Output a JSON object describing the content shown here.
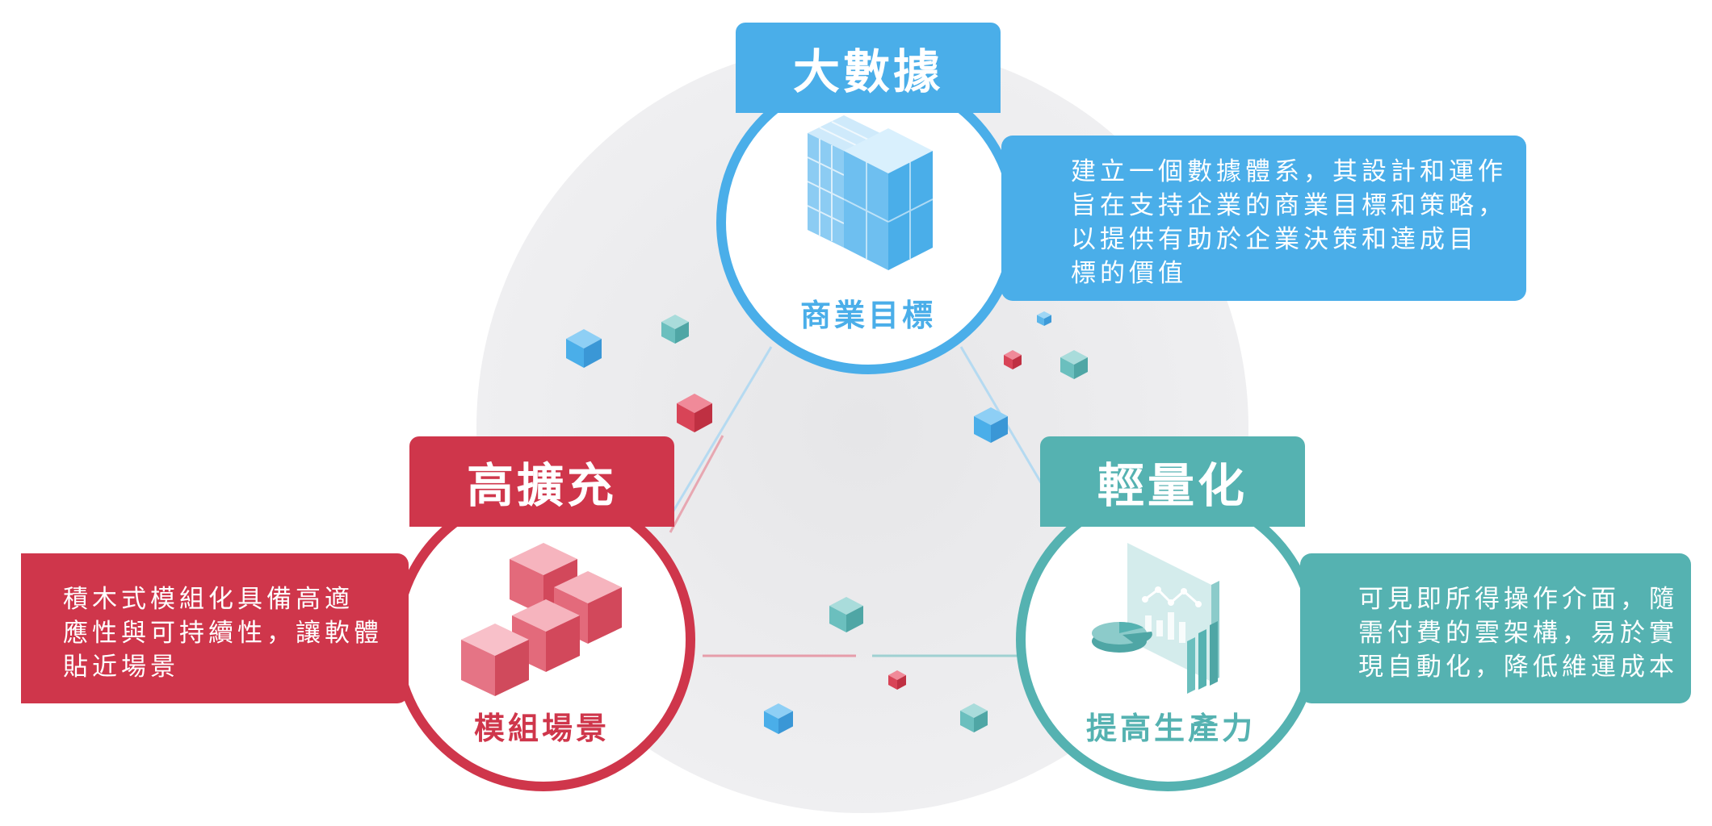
{
  "colors": {
    "blue": "#4aaee9",
    "red": "#cf364b",
    "teal": "#55b2b1",
    "backdrop": "#ececee"
  },
  "nodes": {
    "big_data": {
      "title": "大數據",
      "subtitle": "商業目標",
      "icon": "data-cube-stack-icon",
      "description": [
        "建立一個數據體系，其設計和運作",
        "旨在支持企業的商業目標和策略，",
        "以提供有助於企業決策和達成目",
        "標的價值"
      ]
    },
    "scalability": {
      "title": "高擴充",
      "subtitle": "模組場景",
      "icon": "stacked-blocks-icon",
      "description": [
        "積木式模組化具備高適",
        "應性與可持續性，讓軟體",
        "貼近場景"
      ]
    },
    "lightweight": {
      "title": "輕量化",
      "subtitle": "提高生產力",
      "icon": "dashboard-chart-icon",
      "description": [
        "可見即所得操作介面，隨",
        "需付費的雲架構，易於實",
        "現自動化，降低維運成本"
      ]
    }
  }
}
